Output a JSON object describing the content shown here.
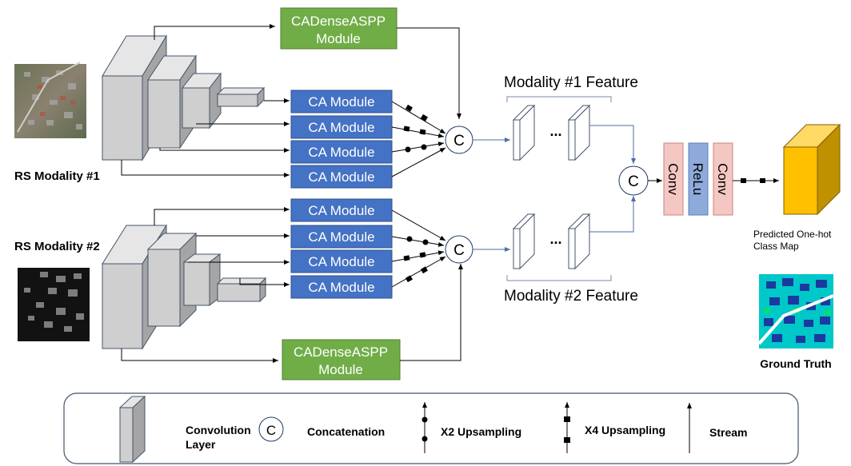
{
  "inputs": {
    "rs1_label": "RS Modality #1",
    "rs2_label": "RS Modality #2",
    "rs1_image": "satellite-rgb-image",
    "rs2_image": "grayscale-dsm-image"
  },
  "modules": {
    "cadense_line1": "CADenseASPP",
    "cadense_line2": "Module",
    "ca_module": "CA Module"
  },
  "concat_symbol": "C",
  "features": {
    "modality1": "Modality #1 Feature",
    "modality2": "Modality #2 Feature",
    "ellipsis": "..."
  },
  "head": {
    "conv1": "Conv",
    "relu": "ReLu",
    "conv2": "Conv"
  },
  "output": {
    "pred_line1": "Predicted One-hot",
    "pred_line2": "Class Map",
    "ground_truth": "Ground Truth"
  },
  "legend": {
    "conv_line1": "Convolution",
    "conv_line2": "Layer",
    "concat_symbol": "C",
    "concat": "Concatenation",
    "x2": "X2 Upsampling",
    "x4": "X4 Upsampling",
    "stream": "Stream"
  },
  "colors": {
    "ca_blue": "#4472c4",
    "aspp_green": "#70ad47",
    "conv_pink": "#f4c7c3",
    "relu_blue": "#8eaadb",
    "output_gold": "#ffc000",
    "layer_gray": "#d0d0d0"
  }
}
